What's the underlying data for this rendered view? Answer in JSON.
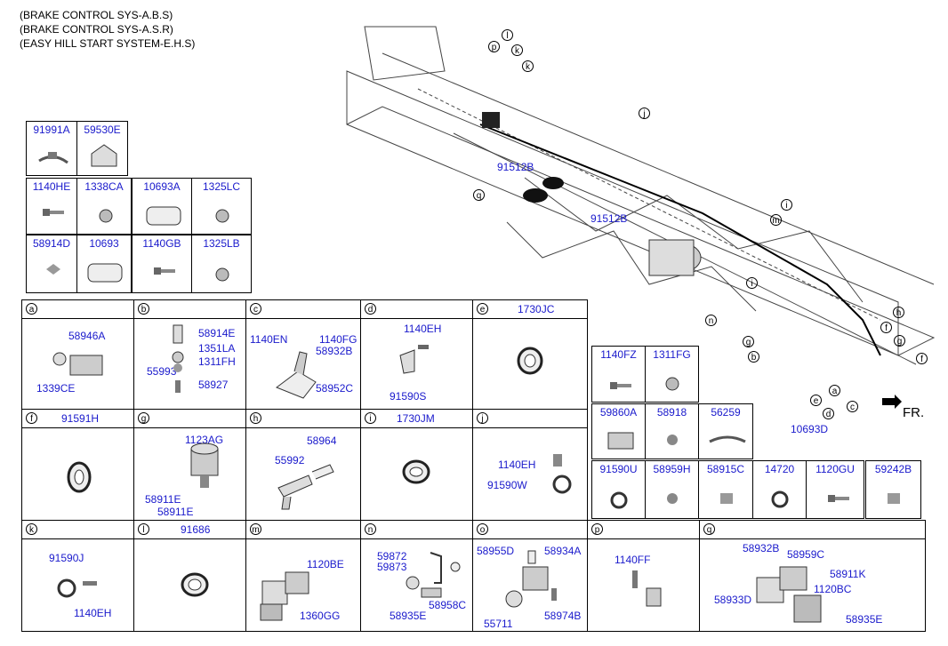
{
  "titles": [
    "(BRAKE CONTROL SYS-A.B.S)",
    "(BRAKE CONTROL SYS-A.S.R)",
    "(EASY HILL START SYSTEM-E.H.S)"
  ],
  "small_parts": {
    "row1": [
      "91991A",
      "59530E"
    ],
    "row2": [
      "1140HE",
      "1338CA",
      "10693A",
      "1325LC"
    ],
    "row3": [
      "58914D",
      "10693",
      "1140GB",
      "1325LB"
    ]
  },
  "main_labels": {
    "p": "p",
    "l": "l",
    "k1": "k",
    "k2": "k",
    "j": "j",
    "q": "q",
    "m": "m",
    "i1": "i",
    "i2": "i",
    "n": "n",
    "h": "h",
    "f1": "f",
    "g1": "g",
    "g2": "g",
    "b": "b",
    "f2": "f",
    "a": "a",
    "e": "e",
    "d": "d",
    "c": "c",
    "p91512b_1": "91512B",
    "p91512b_2": "91512B",
    "p10693d": "10693D",
    "fr": "FR."
  },
  "grid": {
    "a": {
      "letter": "a",
      "parts": [
        "58946A",
        "1339CE"
      ]
    },
    "b": {
      "letter": "b",
      "parts": [
        "58914E",
        "1351LA",
        "1311FH",
        "55993",
        "58927"
      ]
    },
    "c": {
      "letter": "c",
      "parts": [
        "1140EN",
        "1140FG",
        "58932B",
        "58952C"
      ]
    },
    "d": {
      "letter": "d",
      "parts": [
        "1140EH",
        "91590S"
      ]
    },
    "e": {
      "letter": "e",
      "header": "1730JC"
    },
    "f": {
      "letter": "f",
      "header": "91591H"
    },
    "g": {
      "letter": "g",
      "parts": [
        "1123AG",
        "58911E",
        "58911E"
      ]
    },
    "h": {
      "letter": "h",
      "parts": [
        "58964",
        "55992"
      ]
    },
    "i": {
      "letter": "i",
      "header": "1730JM"
    },
    "j": {
      "letter": "j",
      "parts": [
        "1140EH",
        "91590W"
      ]
    },
    "k": {
      "letter": "k",
      "parts": [
        "91590J",
        "1140EH"
      ]
    },
    "l": {
      "letter": "l",
      "header": "91686"
    },
    "m": {
      "letter": "m",
      "parts": [
        "1120BE",
        "1360GG"
      ]
    },
    "n": {
      "letter": "n",
      "parts": [
        "59872",
        "59873",
        "58935E",
        "58958C"
      ]
    },
    "o": {
      "letter": "o",
      "parts": [
        "58955D",
        "58934A",
        "55711",
        "58974B"
      ]
    },
    "p": {
      "letter": "p",
      "parts": [
        "1140FF"
      ]
    },
    "q": {
      "letter": "q",
      "parts": [
        "58932B",
        "58959C",
        "58911K",
        "1120BC",
        "58933D",
        "58935E"
      ]
    }
  },
  "side_parts": {
    "row1": [
      "1140FZ",
      "1311FG"
    ],
    "row2": [
      "59860A",
      "58918",
      "56259"
    ],
    "row3": [
      "91590U",
      "58959H",
      "58915C",
      "14720",
      "1120GU",
      "59242B"
    ]
  }
}
